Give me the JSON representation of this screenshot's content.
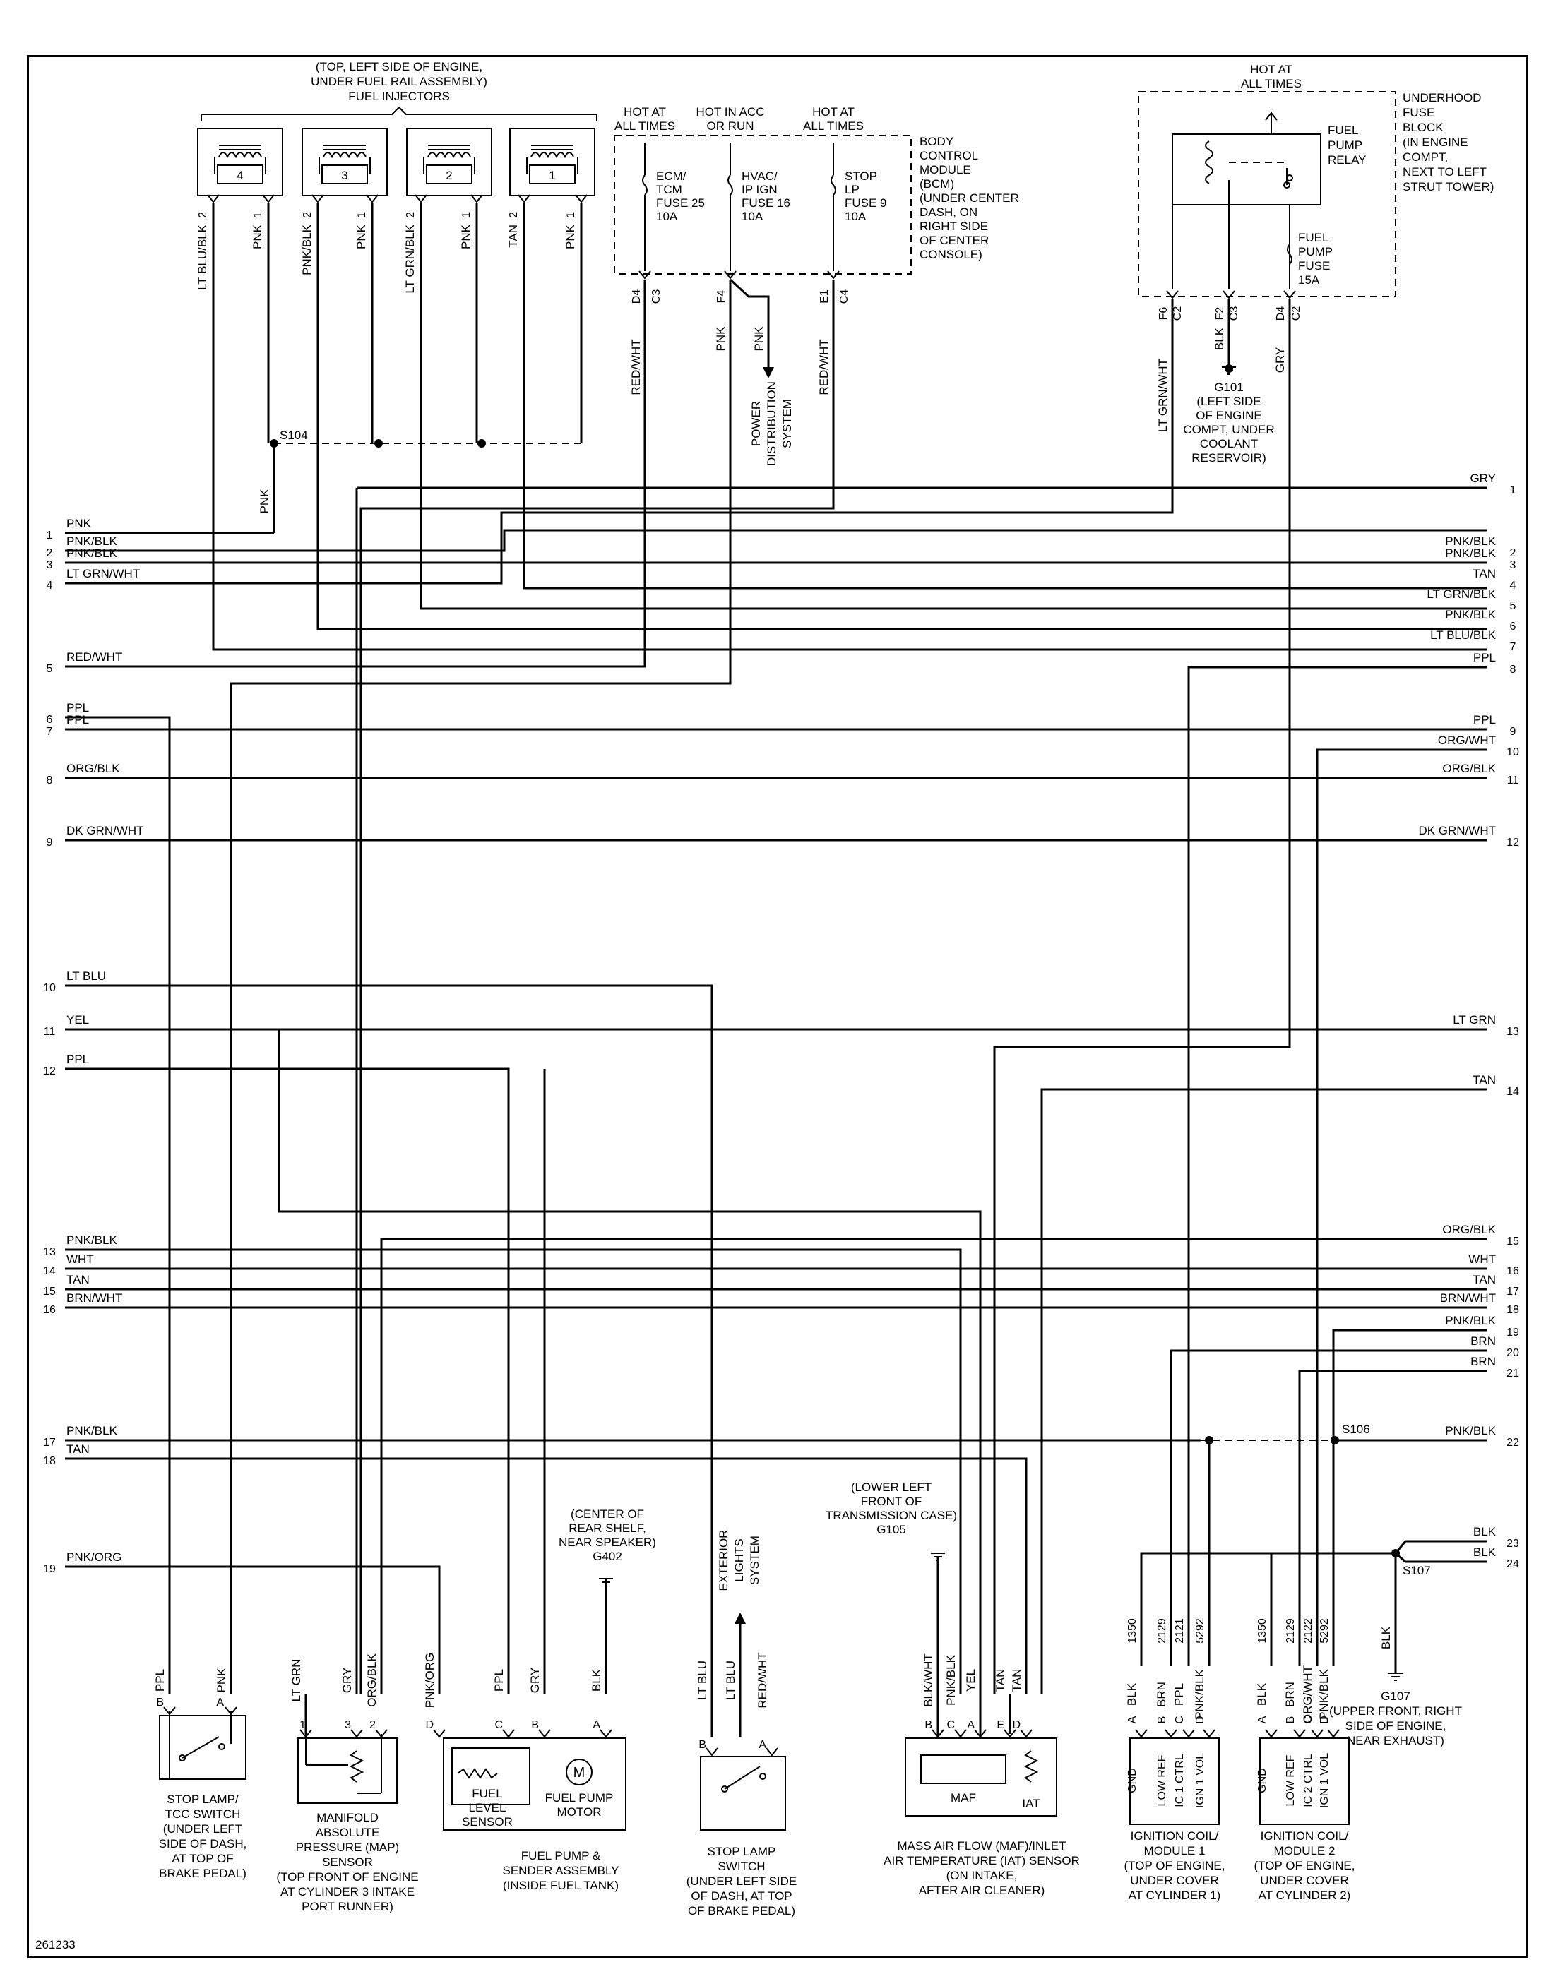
{
  "diagram_id": "261233",
  "injectors": {
    "header": [
      "(TOP, LEFT SIDE OF ENGINE,",
      "UNDER FUEL RAIL ASSEMBLY)",
      "FUEL INJECTORS"
    ],
    "numbers": [
      "4",
      "3",
      "2",
      "1"
    ],
    "pin2": "2",
    "pin1": "1",
    "wires": [
      {
        "pin2": "LT BLU/BLK",
        "pin1": "PNK"
      },
      {
        "pin2": "PNK/BLK",
        "pin1": "PNK"
      },
      {
        "pin2": "LT GRN/BLK",
        "pin1": "PNK"
      },
      {
        "pin2": "TAN",
        "pin1": "PNK"
      }
    ],
    "splice": "S104",
    "splice_out": "PNK"
  },
  "bcm": {
    "power_labels": [
      [
        "HOT AT",
        "ALL TIMES"
      ],
      [
        "HOT IN ACC",
        "OR RUN"
      ],
      [
        "HOT AT",
        "ALL TIMES"
      ]
    ],
    "fuses": [
      [
        "ECM/",
        "TCM",
        "FUSE 25",
        "10A"
      ],
      [
        "HVAC/",
        "IP IGN",
        "FUSE 16",
        "10A"
      ],
      [
        "STOP",
        "LP",
        "FUSE 9",
        "10A"
      ]
    ],
    "desc": [
      "BODY",
      "CONTROL",
      "MODULE",
      "(BCM)",
      "(UNDER CENTER",
      "DASH, ON",
      "RIGHT SIDE",
      "OF CENTER",
      "CONSOLE)"
    ],
    "pins": [
      "D4",
      "C3",
      "F4",
      "E1",
      "C4"
    ],
    "wires": [
      "RED/WHT",
      "PNK",
      "PNK",
      "RED/WHT"
    ],
    "pds": [
      "POWER",
      "DISTRIBUTION",
      "SYSTEM"
    ]
  },
  "underhood": {
    "hot": [
      "HOT AT",
      "ALL TIMES"
    ],
    "desc": [
      "UNDERHOOD",
      "FUSE",
      "BLOCK",
      "(IN ENGINE",
      "COMPT,",
      "NEXT TO LEFT",
      "STRUT TOWER)"
    ],
    "relay": [
      "FUEL",
      "PUMP",
      "RELAY"
    ],
    "fuse": [
      "FUEL",
      "PUMP",
      "FUSE",
      "15A"
    ],
    "pins": [
      "F6",
      "C2",
      "F2",
      "C3",
      "D4",
      "C2"
    ],
    "wires": [
      "LT GRN/WHT",
      "BLK",
      "GRY"
    ],
    "ground": [
      "G101",
      "(LEFT SIDE",
      "OF ENGINE",
      "COMPT, UNDER",
      "COOLANT",
      "RESERVOIR)"
    ]
  },
  "left_rows": [
    {
      "n": "1",
      "c": "PNK"
    },
    {
      "n": "2",
      "c": "PNK/BLK"
    },
    {
      "n": "3",
      "c": "PNK/BLK"
    },
    {
      "n": "4",
      "c": "LT GRN/WHT"
    },
    {
      "n": "5",
      "c": "RED/WHT"
    },
    {
      "n": "6",
      "c": "PPL"
    },
    {
      "n": "7",
      "c": "PPL"
    },
    {
      "n": "8",
      "c": "ORG/BLK"
    },
    {
      "n": "9",
      "c": "DK GRN/WHT"
    },
    {
      "n": "10",
      "c": "LT BLU"
    },
    {
      "n": "11",
      "c": "YEL"
    },
    {
      "n": "12",
      "c": "PPL"
    },
    {
      "n": "13",
      "c": "PNK/BLK"
    },
    {
      "n": "14",
      "c": "WHT"
    },
    {
      "n": "15",
      "c": "TAN"
    },
    {
      "n": "16",
      "c": "BRN/WHT"
    },
    {
      "n": "17",
      "c": "PNK/BLK"
    },
    {
      "n": "18",
      "c": "TAN"
    },
    {
      "n": "19",
      "c": "PNK/ORG"
    }
  ],
  "right_rows": [
    {
      "n": "1",
      "c": "GRY"
    },
    {
      "n": "2",
      "c": "PNK/BLK"
    },
    {
      "n": "3",
      "c": "PNK/BLK"
    },
    {
      "n": "4",
      "c": "TAN"
    },
    {
      "n": "5",
      "c": "LT GRN/BLK"
    },
    {
      "n": "6",
      "c": "PNK/BLK"
    },
    {
      "n": "7",
      "c": "LT BLU/BLK"
    },
    {
      "n": "8",
      "c": "PPL"
    },
    {
      "n": "9",
      "c": "PPL"
    },
    {
      "n": "10",
      "c": "ORG/WHT"
    },
    {
      "n": "11",
      "c": "ORG/BLK"
    },
    {
      "n": "12",
      "c": "DK GRN/WHT"
    },
    {
      "n": "13",
      "c": "LT GRN"
    },
    {
      "n": "14",
      "c": "TAN"
    },
    {
      "n": "15",
      "c": "ORG/BLK"
    },
    {
      "n": "16",
      "c": "WHT"
    },
    {
      "n": "17",
      "c": "TAN"
    },
    {
      "n": "18",
      "c": "BRN/WHT"
    },
    {
      "n": "19",
      "c": "PNK/BLK"
    },
    {
      "n": "20",
      "c": "BRN"
    },
    {
      "n": "21",
      "c": "BRN"
    },
    {
      "n": "22",
      "c": "PNK/BLK"
    },
    {
      "n": "23",
      "c": "BLK"
    },
    {
      "n": "24",
      "c": "BLK"
    }
  ],
  "splices": {
    "s106": "S106",
    "s107": "S107"
  },
  "g402": [
    "(CENTER OF",
    "REAR SHELF,",
    "NEAR SPEAKER)",
    "G402"
  ],
  "g105": [
    "(LOWER LEFT",
    "FRONT OF",
    "TRANSMISSION CASE)",
    "G105"
  ],
  "g107": [
    "G107",
    "(UPPER FRONT, RIGHT",
    "SIDE OF ENGINE,",
    "NEAR EXHAUST)"
  ],
  "ext_lights": [
    "EXTERIOR",
    "LIGHTS",
    "SYSTEM"
  ],
  "components": {
    "stop_tcc": {
      "wires": [
        "PPL",
        "PNK"
      ],
      "pins": [
        "B",
        "A"
      ],
      "label": [
        "STOP LAMP/",
        "TCC SWITCH",
        "(UNDER LEFT",
        "SIDE OF DASH,",
        "AT TOP OF",
        "BRAKE PEDAL)"
      ]
    },
    "map": {
      "wires": [
        "LT GRN",
        "GRY",
        "ORG/BLK"
      ],
      "pins": [
        "1",
        "3",
        "2"
      ],
      "label": [
        "MANIFOLD",
        "ABSOLUTE",
        "PRESSURE (MAP)",
        "SENSOR",
        "(TOP FRONT OF ENGINE",
        "AT CYLINDER 3 INTAKE",
        "PORT RUNNER)"
      ]
    },
    "fuel_pump": {
      "wires": [
        "PNK/ORG",
        "PPL",
        "GRY",
        "BLK"
      ],
      "pins": [
        "D",
        "C",
        "B",
        "A"
      ],
      "level": [
        "FUEL",
        "LEVEL",
        "SENSOR"
      ],
      "motor": [
        "FUEL PUMP",
        "MOTOR"
      ],
      "motor_symbol": "M",
      "label": [
        "FUEL PUMP &",
        "SENDER ASSEMBLY",
        "(INSIDE FUEL TANK)"
      ]
    },
    "stop_lamp": {
      "wires": [
        "LT BLU",
        "LT BLU",
        "RED/WHT"
      ],
      "pins": [
        "B",
        "A"
      ],
      "label": [
        "STOP LAMP",
        "SWITCH",
        "(UNDER LEFT SIDE",
        "OF DASH, AT TOP",
        "OF BRAKE PEDAL)"
      ]
    },
    "maf": {
      "wires": [
        "BLK/WHT",
        "PNK/BLK",
        "YEL",
        "TAN",
        "TAN"
      ],
      "pins": [
        "B",
        "C",
        "A",
        "E",
        "D"
      ],
      "maf": "MAF",
      "iat": "IAT",
      "label": [
        "MASS AIR FLOW (MAF)/INLET",
        "AIR TEMPERATURE (IAT) SENSOR",
        "(ON INTAKE,",
        "AFTER AIR CLEANER)"
      ]
    },
    "coil1": {
      "circuits": [
        "1350",
        "2129",
        "2121",
        "5292"
      ],
      "wires": [
        "BLK",
        "BRN",
        "PPL",
        "PNK/BLK"
      ],
      "pins": [
        "A",
        "B",
        "C",
        "D"
      ],
      "inner": [
        "GND",
        "LOW REF",
        "IC 1 CTRL",
        "IGN 1 VOL"
      ],
      "label": [
        "IGNITION COIL/",
        "MODULE 1",
        "(TOP OF ENGINE,",
        "UNDER COVER",
        "AT CYLINDER 1)"
      ]
    },
    "coil2": {
      "circuits": [
        "1350",
        "2129",
        "2122",
        "5292"
      ],
      "wires": [
        "BLK",
        "BRN",
        "ORG/WHT",
        "PNK/BLK"
      ],
      "pins": [
        "A",
        "B",
        "C",
        "D"
      ],
      "inner": [
        "GND",
        "LOW REF",
        "IC 2 CTRL",
        "IGN 1 VOL"
      ],
      "label": [
        "IGNITION COIL/",
        "MODULE 2",
        "(TOP OF ENGINE,",
        "UNDER COVER",
        "AT CYLINDER 2)"
      ]
    }
  },
  "g107_wire": "BLK"
}
